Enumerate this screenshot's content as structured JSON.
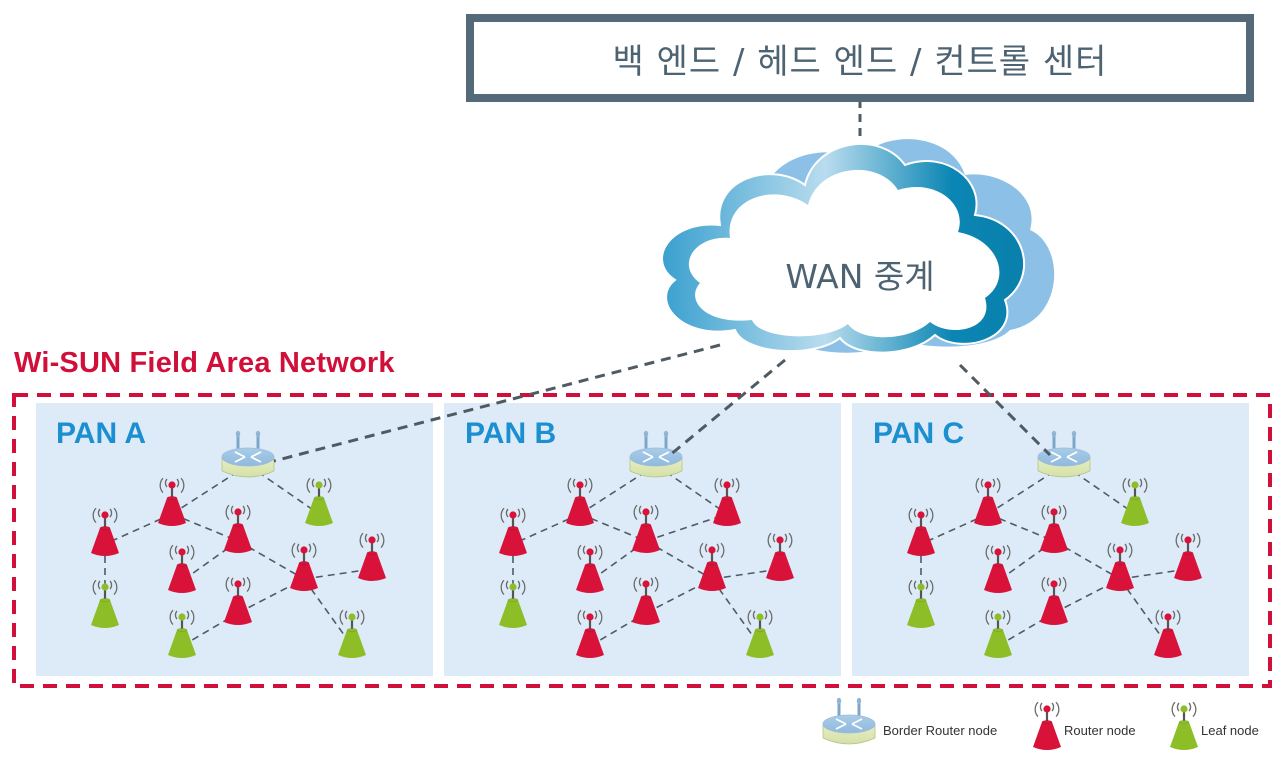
{
  "backend": {
    "title": "백 엔드 / 헤드 엔드 / 컨트롤 센터"
  },
  "wan": {
    "label": "WAN 중계"
  },
  "fan": {
    "title": "Wi-SUN Field Area Network"
  },
  "pans": [
    {
      "label": "PAN A",
      "node_types": [
        "router",
        "router",
        "leaf",
        "router",
        "router",
        "router",
        "router",
        "router",
        "leaf",
        "leaf",
        "leaf"
      ],
      "edges": [
        [
          "br",
          0
        ],
        [
          "br",
          8
        ],
        [
          0,
          1
        ],
        [
          1,
          2
        ],
        [
          0,
          3
        ],
        [
          3,
          4
        ],
        [
          3,
          6
        ],
        [
          6,
          7
        ],
        [
          9,
          5
        ],
        [
          5,
          6
        ],
        [
          6,
          10
        ]
      ]
    },
    {
      "label": "PAN B",
      "node_types": [
        "router",
        "router",
        "leaf",
        "router",
        "router",
        "router",
        "router",
        "router",
        "router",
        "router",
        "leaf"
      ],
      "edges": [
        [
          "br",
          0
        ],
        [
          "br",
          8
        ],
        [
          0,
          1
        ],
        [
          1,
          2
        ],
        [
          0,
          3
        ],
        [
          3,
          4
        ],
        [
          3,
          6
        ],
        [
          3,
          8
        ],
        [
          6,
          7
        ],
        [
          9,
          5
        ],
        [
          5,
          6
        ],
        [
          6,
          10
        ]
      ]
    },
    {
      "label": "PAN C",
      "node_types": [
        "router",
        "router",
        "leaf",
        "router",
        "router",
        "router",
        "router",
        "router",
        "leaf",
        "leaf",
        "router"
      ],
      "edges": [
        [
          "br",
          0
        ],
        [
          "br",
          8
        ],
        [
          0,
          1
        ],
        [
          1,
          2
        ],
        [
          0,
          3
        ],
        [
          3,
          4
        ],
        [
          3,
          6
        ],
        [
          6,
          7
        ],
        [
          9,
          5
        ],
        [
          5,
          6
        ],
        [
          6,
          10
        ]
      ]
    }
  ],
  "legend": {
    "border_router": "Border Router node",
    "router": "Router node",
    "leaf": "Leaf node"
  },
  "colors": {
    "router": "#d9123a",
    "leaf": "#8dbe28",
    "pan_bg": "#ddebf8",
    "fan_border": "#d0103a",
    "link": "#4f5b63",
    "pan_label": "#1b8fd0"
  }
}
